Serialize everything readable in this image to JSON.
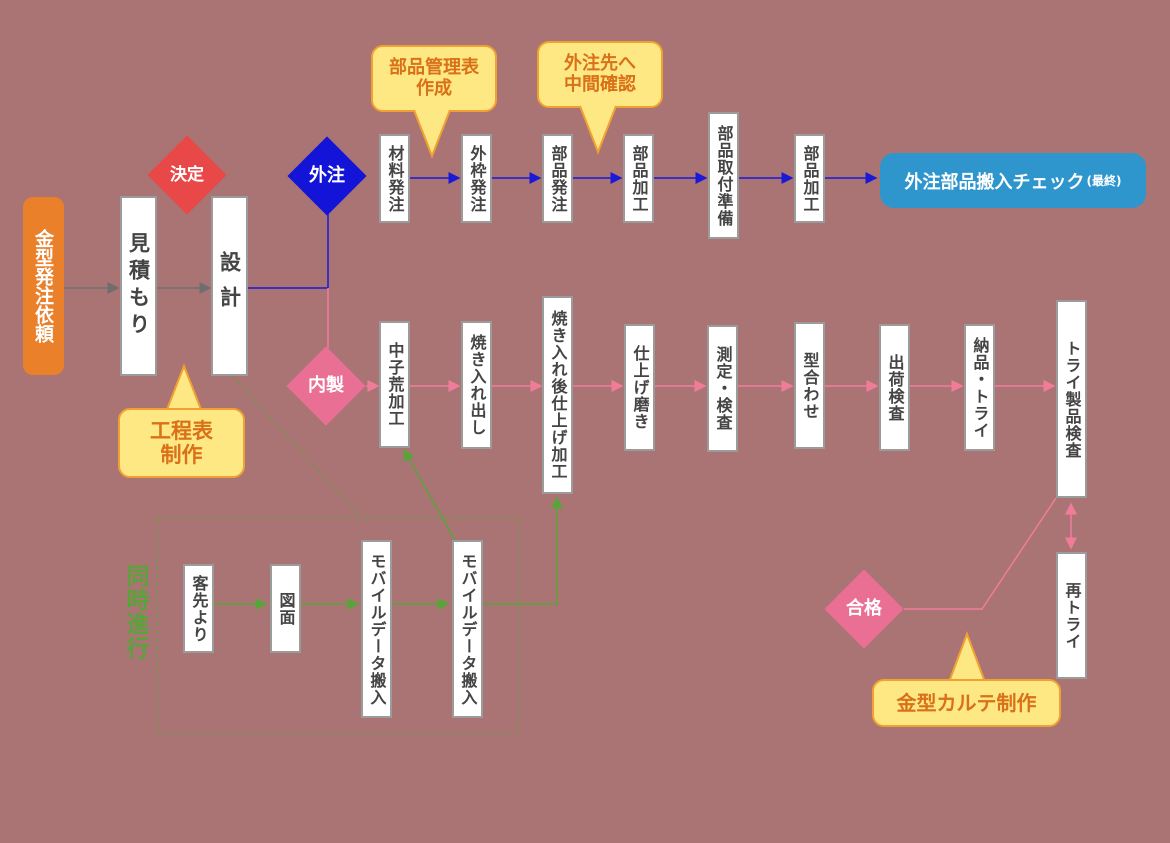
{
  "start": "金型発注依頼",
  "estimate": "見積もり",
  "design": "設計",
  "decision": "決定",
  "outsource": "外注",
  "inhouse": "内製",
  "pass": "合格",
  "callouts": {
    "parts_list": "部品管理表\n作成",
    "vendor_check": "外注先へ\n中間確認",
    "schedule": "工程表\n制作",
    "karte": "金型カルテ制作"
  },
  "outsource_steps": [
    "材料発注",
    "外枠発注",
    "部品発注",
    "部品加工",
    "部品取付準備",
    "部品加工"
  ],
  "final_check": {
    "main": "外注部品搬入チェック",
    "sub": "(最終)"
  },
  "inhouse_steps": [
    "中子荒加工",
    "焼き入れ出し",
    "焼き入れ後仕上げ加工",
    "仕上げ磨き",
    "測定・検査",
    "型合わせ",
    "出荷検査",
    "納品・トライ",
    "トライ製品検査"
  ],
  "retry": "再トライ",
  "parallel": {
    "title": "同時進行",
    "steps": [
      "客先より",
      "図面",
      "モバイルデータ搬入",
      "モバイルデータ搬入"
    ]
  },
  "colors": {
    "background": "#ab7474",
    "outsource_line": "#1a1ad6",
    "inhouse_line": "#f07c9c",
    "parallel_line": "#5aa33a",
    "decision_red": "#e84848",
    "outsource_diamond": "#1414d8",
    "inhouse_diamond": "#ea6f95",
    "callout_fill": "#fde883",
    "start_orange": "#ea802a",
    "end_blue": "#2e96cd"
  }
}
